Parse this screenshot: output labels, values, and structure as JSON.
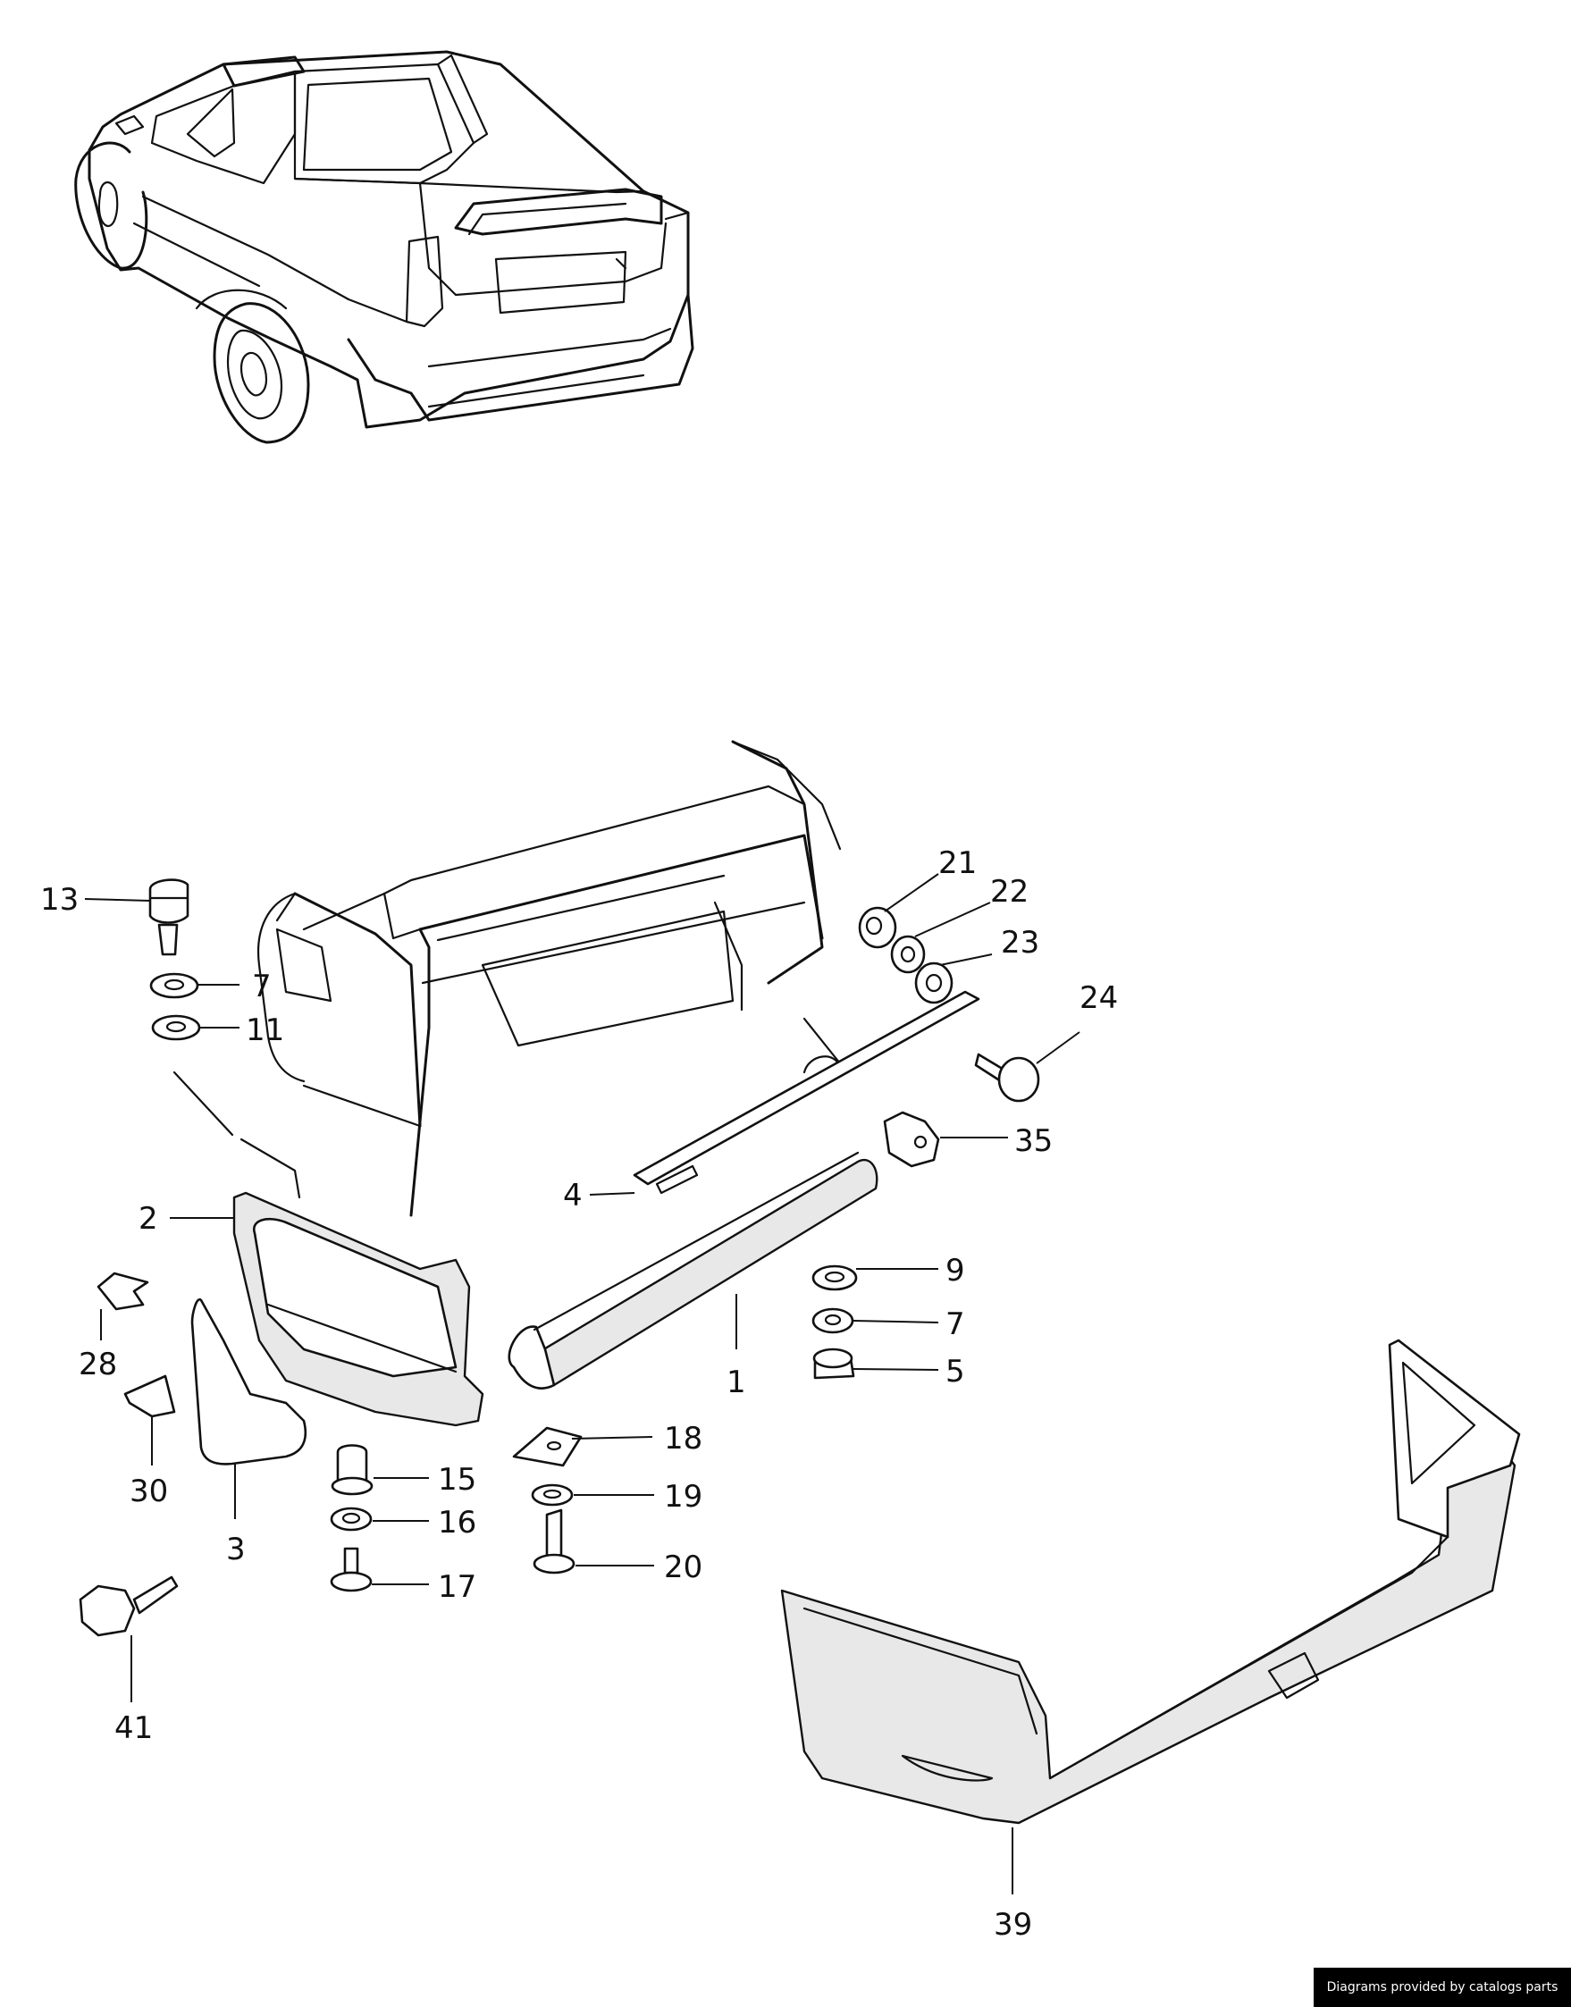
{
  "diagram": {
    "callouts": [
      "13",
      "7",
      "11",
      "2",
      "28",
      "30",
      "3",
      "41",
      "15",
      "16",
      "17",
      "4",
      "18",
      "19",
      "20",
      "1",
      "9",
      "7",
      "5",
      "21",
      "22",
      "23",
      "24",
      "35",
      "39"
    ]
  },
  "footer": {
    "credit": "Diagrams provided by catalogs parts"
  }
}
